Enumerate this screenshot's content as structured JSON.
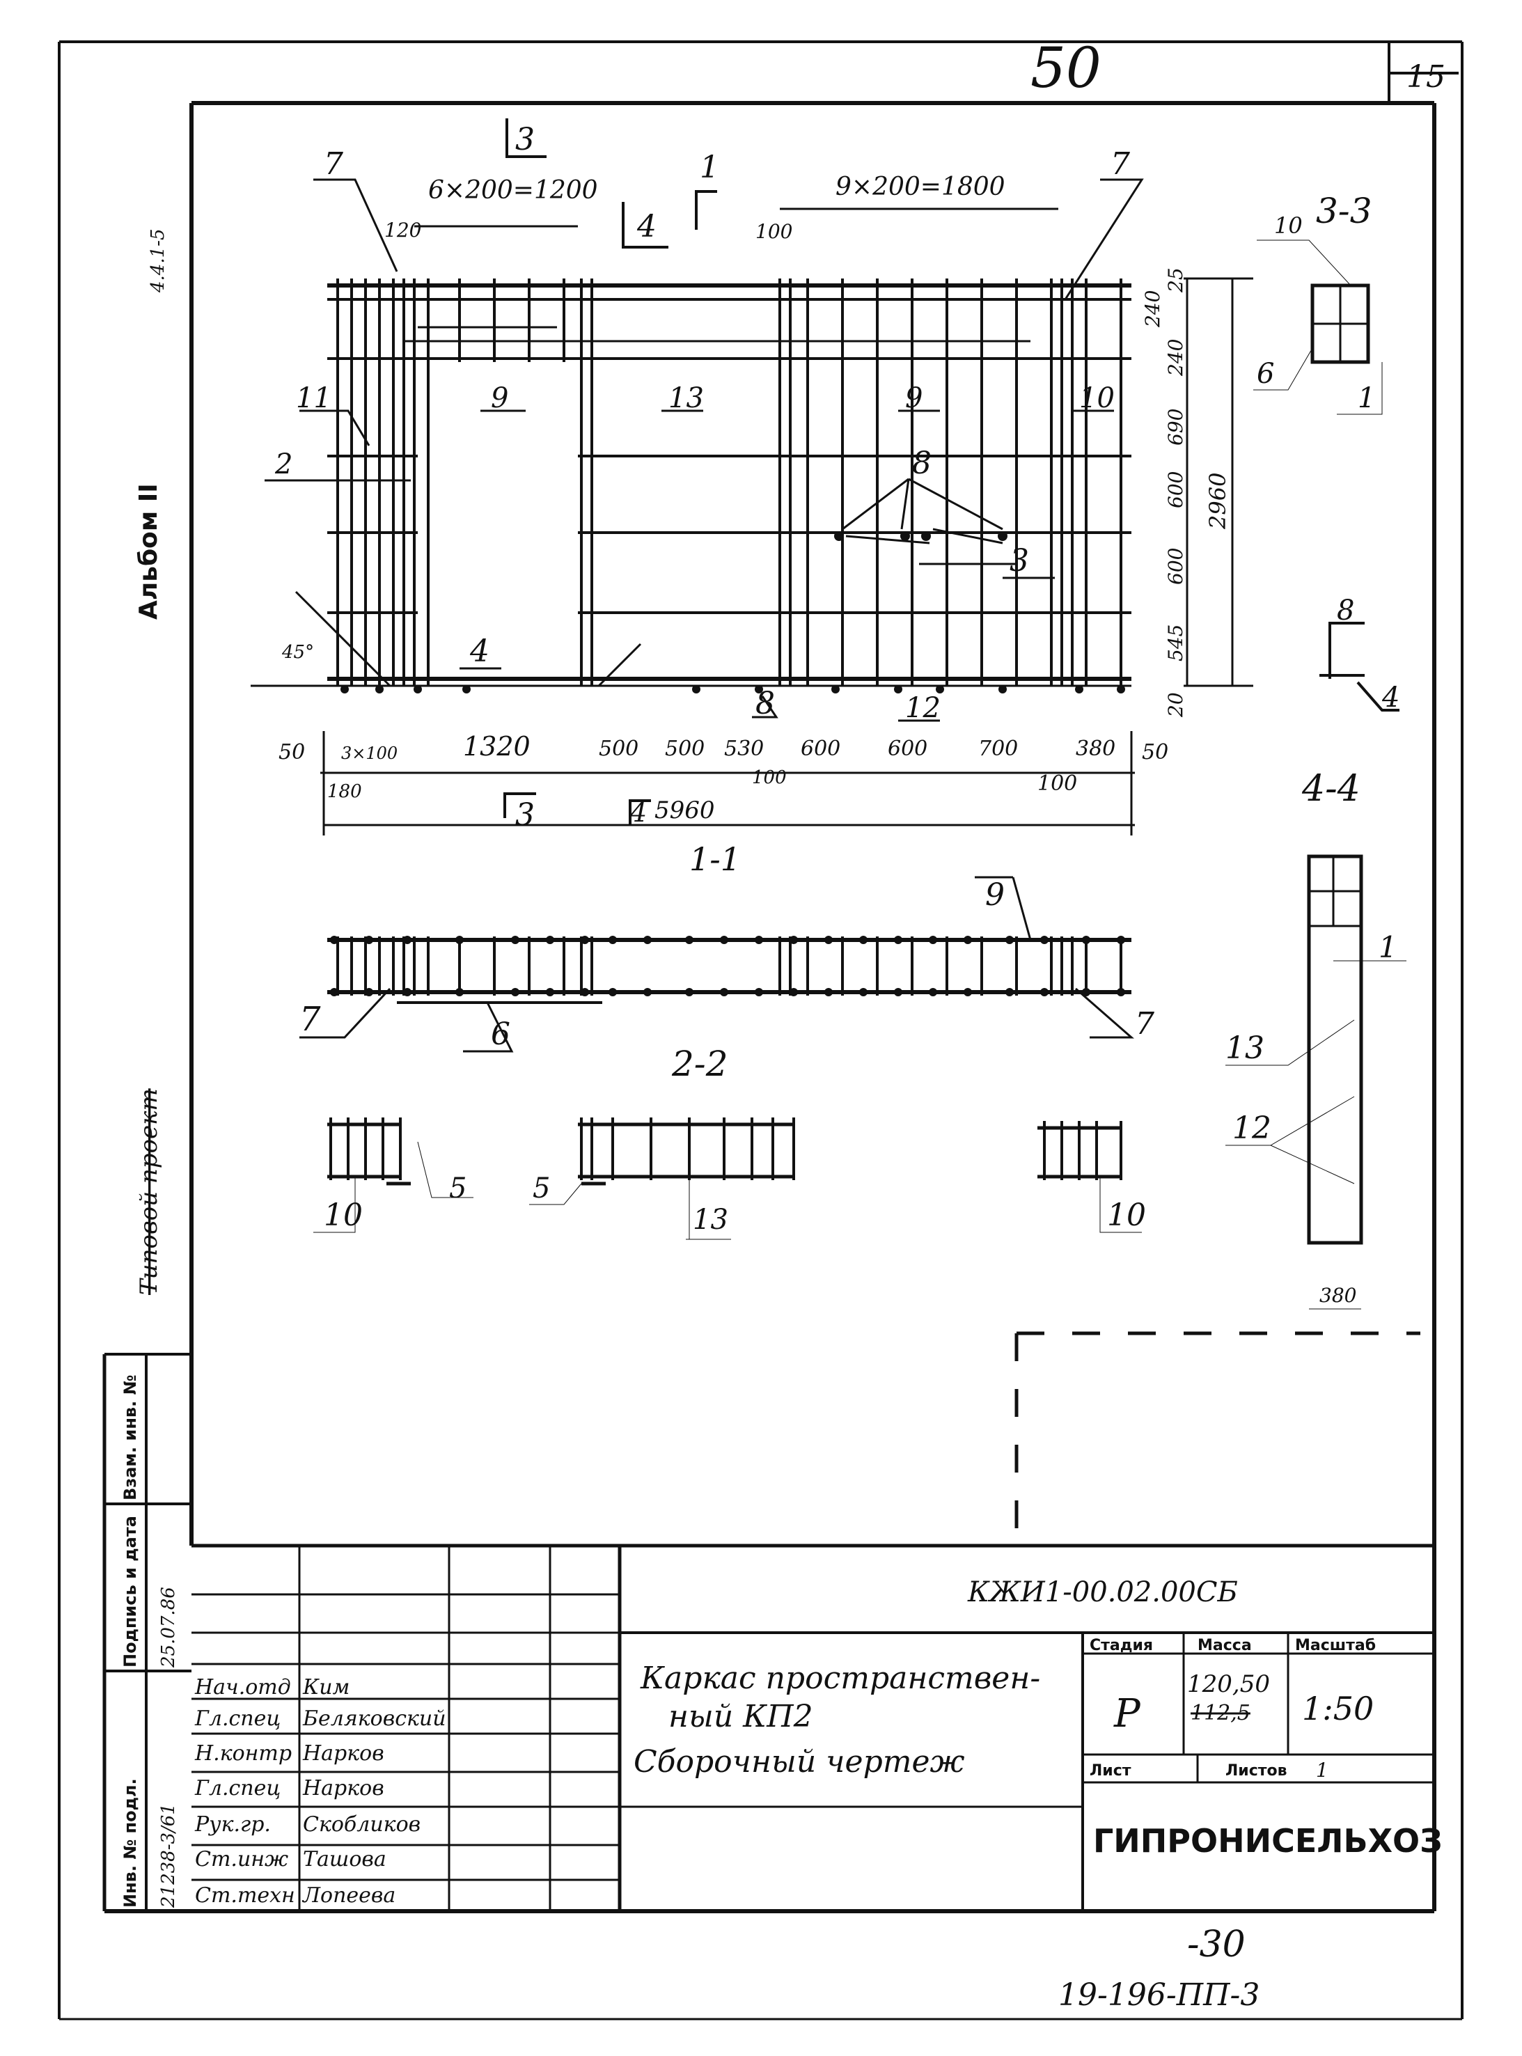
{
  "header": {
    "sheet_number": "50",
    "corner_mark": "15"
  },
  "left_margin": {
    "album_label": "Альбом II",
    "project_label": "Типовой проект",
    "album_number": "4.4.1-5"
  },
  "elevation": {
    "dims_top": [
      "6×200=1200",
      "9×200=1800",
      "120",
      "100"
    ],
    "dims_right": [
      "25",
      "240",
      "240",
      "690",
      "600",
      "600",
      "545",
      "20",
      "2960"
    ],
    "dims_bottom": [
      "50",
      "3×100",
      "180",
      "1320",
      "500",
      "500",
      "530",
      "100",
      "600",
      "600",
      "700",
      "380",
      "100",
      "50",
      "5960"
    ],
    "angle": "45°",
    "callouts": [
      "7",
      "7",
      "11",
      "2",
      "9",
      "13",
      "9",
      "10",
      "8",
      "3",
      "4",
      "8",
      "12"
    ],
    "cut_marks": [
      "3",
      "1",
      "4",
      "3",
      "4"
    ]
  },
  "sections": {
    "s11_title": "1-1",
    "s11_callouts": [
      "9",
      "7",
      "6",
      "7"
    ],
    "s22_title": "2-2",
    "s22_callouts": [
      "10",
      "5",
      "5",
      "13",
      "10"
    ],
    "s33_title": "3-3",
    "s33_callouts": [
      "10",
      "6",
      "1"
    ],
    "detail_callouts": [
      "8",
      "4"
    ],
    "s44_title": "4-4",
    "s44_callouts": [
      "1",
      "13",
      "12"
    ],
    "s44_dim": "380"
  },
  "left_strip": {
    "headers": [
      "Инв. № подл.",
      "Подпись и дата",
      "Взам. инв. №"
    ],
    "inv_value": "21238-3/61",
    "date_value": "25.07.86"
  },
  "title_block": {
    "doc_code": "КЖИ1-00.02.00СБ",
    "title_line1": "Каркас пространствен-",
    "title_line2": "ный КП2",
    "title_line3": "Сборочный чертеж",
    "roles": [
      "Нач.отд",
      "Гл.спец",
      "Н.контр",
      "Гл.спец",
      "Рук.гр.",
      "Ст.инж",
      "Ст.техн"
    ],
    "names": [
      "Ким",
      "Беляковский",
      "Нарков",
      "Нарков",
      "Скобликов",
      "Ташова",
      "Лопеева"
    ],
    "stage_header": "Стадия",
    "mass_header": "Масса",
    "scale_header": "Масштаб",
    "stage_value": "Р",
    "mass_value": "120,50",
    "mass_old": "112,5",
    "scale_value": "1:50",
    "sheet_label": "Лист",
    "sheets_label": "Листов",
    "sheets_value": "1",
    "organization": "ГИПРОНИСЕЛЬХОЗ"
  },
  "footer": {
    "page_mark": "-30",
    "project_code": "19-196-ПП-3"
  }
}
